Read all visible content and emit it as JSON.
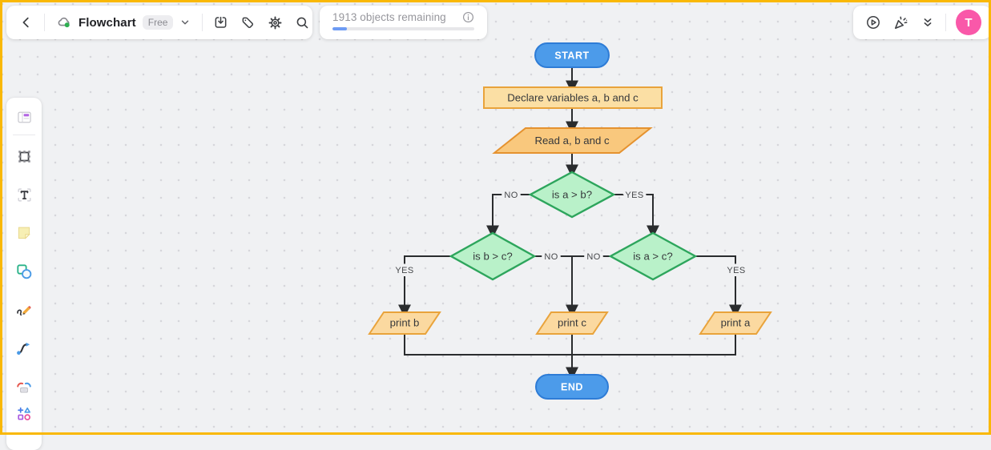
{
  "frame_color": "#f9b806",
  "header": {
    "back_icon": "chevron-left",
    "board": {
      "title": "Flowchart",
      "plan_badge": "Free",
      "sync_icon": "cloud-synced",
      "menu_caret": "chevron-down"
    },
    "toolbar_icons": [
      "import-download",
      "tag",
      "settings-gear",
      "search"
    ],
    "usage": {
      "label": "1913 objects remaining",
      "info_icon": "info-circle",
      "progress_percent": 10,
      "progress_color": "#6d9bf4"
    },
    "right_icons": [
      "play-demo",
      "whats-new-popper",
      "collapse-double-chevron"
    ],
    "account": {
      "avatar_initial": "T",
      "avatar_color": "#f958a9"
    }
  },
  "sidebar": {
    "tool_icons": [
      "templates",
      "frame",
      "text",
      "sticky-note",
      "shapes",
      "draw-pen",
      "connector",
      "mindmap",
      "more-shapes"
    ]
  },
  "flowchart": {
    "nodes": {
      "start": {
        "type": "terminator",
        "label": "START"
      },
      "declare": {
        "type": "process",
        "label": "Declare variables a, b and c"
      },
      "read": {
        "type": "io",
        "label": "Read a, b and c"
      },
      "cond_ab": {
        "type": "decision",
        "label": "is a > b?"
      },
      "cond_bc": {
        "type": "decision",
        "label": "is b > c?"
      },
      "cond_ac": {
        "type": "decision",
        "label": "is a > c?"
      },
      "print_b": {
        "type": "io",
        "label": "print b"
      },
      "print_c": {
        "type": "io",
        "label": "print c"
      },
      "print_a": {
        "type": "io",
        "label": "print a"
      },
      "end": {
        "type": "terminator",
        "label": "END"
      }
    },
    "edge_labels": {
      "ab_no": "NO",
      "ab_yes": "YES",
      "bc_yes": "YES",
      "bc_no": "NO",
      "ac_no": "NO",
      "ac_yes": "YES"
    },
    "colors": {
      "terminator_fill": "#4c9bea",
      "terminator_border": "#2e7cd6",
      "process_fill": "#fbdfa4",
      "process_border": "#e9a33b",
      "io_fill": "#f9c87d",
      "io_border": "#e5922f",
      "io_light_fill": "#fbd9a0",
      "decision_fill": "#b9f1c9",
      "decision_border": "#2da55c",
      "edge": "#2a2c2e"
    }
  }
}
